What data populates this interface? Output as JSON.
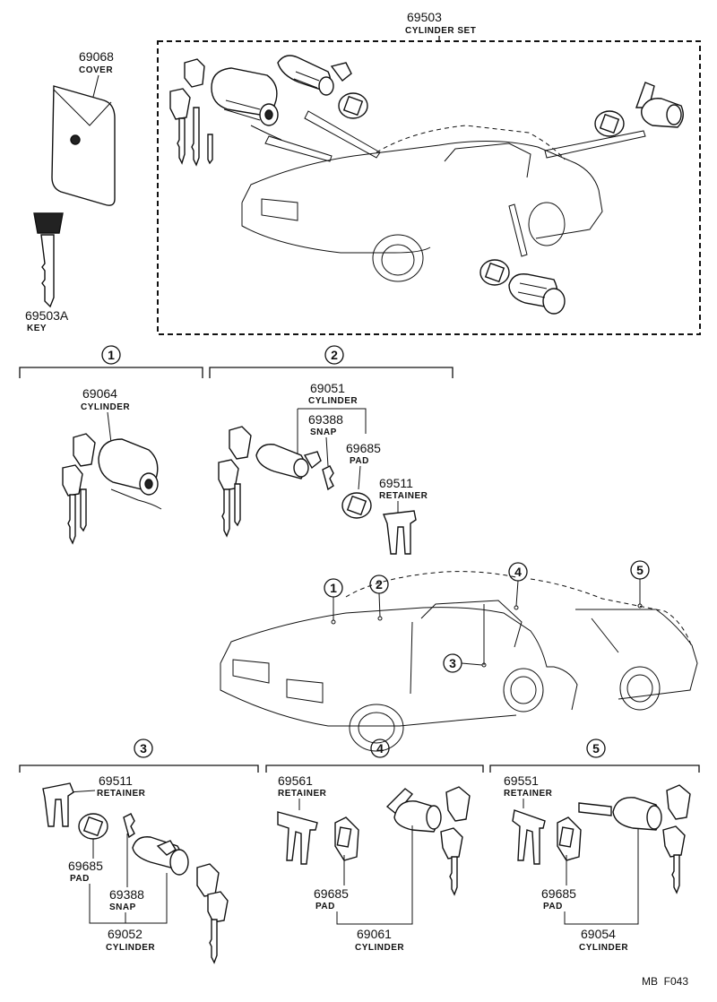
{
  "cylinder_set": {
    "part_no": "69503",
    "name": "CYLINDER SET"
  },
  "cover": {
    "part_no": "69068",
    "name": "COVER"
  },
  "key": {
    "part_no": "69503A",
    "name": "KEY"
  },
  "section1": {
    "marker": "1",
    "cylinder": {
      "part_no": "69064",
      "name": "CYLINDER"
    }
  },
  "section2": {
    "marker": "2",
    "cylinder": {
      "part_no": "69051",
      "name": "CYLINDER"
    },
    "snap": {
      "part_no": "69388",
      "name": "SNAP"
    },
    "pad": {
      "part_no": "69685",
      "name": "PAD"
    },
    "retainer": {
      "part_no": "69511",
      "name": "RETAINER"
    }
  },
  "car_markers": [
    "1",
    "2",
    "3",
    "4",
    "5"
  ],
  "section3": {
    "marker": "3",
    "retainer": {
      "part_no": "69511",
      "name": "RETAINER"
    },
    "pad": {
      "part_no": "69685",
      "name": "PAD"
    },
    "snap": {
      "part_no": "69388",
      "name": "SNAP"
    },
    "cylinder": {
      "part_no": "69052",
      "name": "CYLINDER"
    }
  },
  "section4": {
    "marker": "4",
    "retainer": {
      "part_no": "69561",
      "name": "RETAINER"
    },
    "pad": {
      "part_no": "69685",
      "name": "PAD"
    },
    "cylinder": {
      "part_no": "69061",
      "name": "CYLINDER"
    }
  },
  "section5": {
    "marker": "5",
    "retainer": {
      "part_no": "69551",
      "name": "RETAINER"
    },
    "pad": {
      "part_no": "69685",
      "name": "PAD"
    },
    "cylinder": {
      "part_no": "69054",
      "name": "CYLINDER"
    }
  },
  "footer_code": "MB  F043"
}
